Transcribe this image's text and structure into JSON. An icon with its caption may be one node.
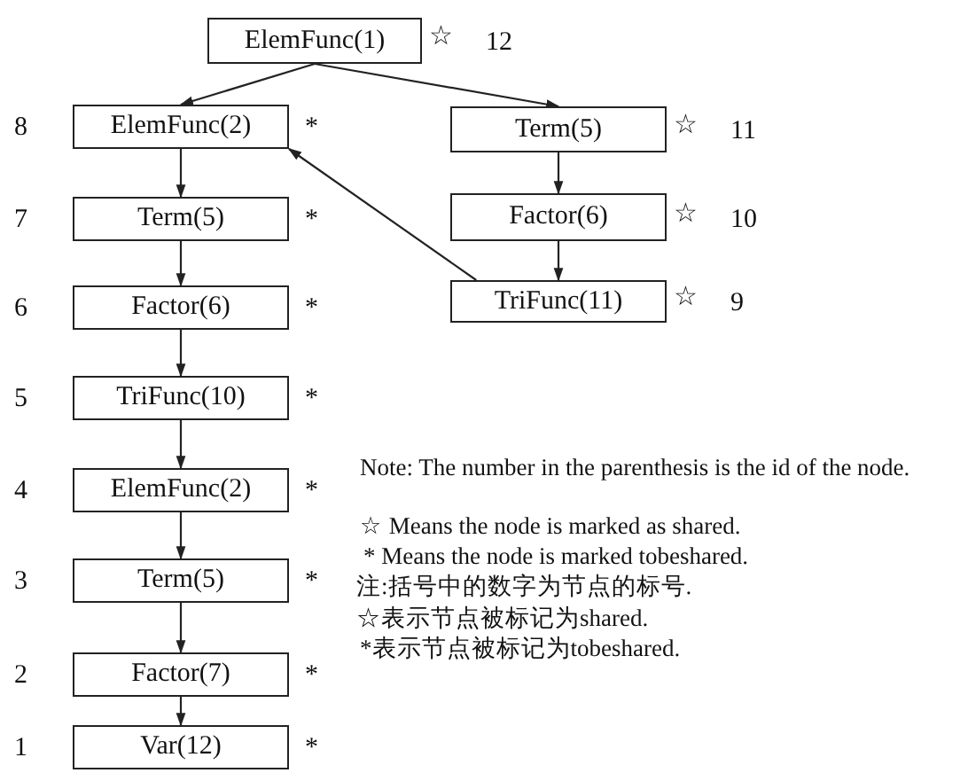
{
  "diagram": {
    "nodes": [
      {
        "text": [
          "ElemFunc(1)"
        ],
        "beside": [
          "☆",
          "12"
        ]
      },
      {
        "text": [
          "ElemFunc(2)"
        ],
        "beside": [
          "8",
          "*"
        ]
      },
      {
        "text": [
          "Term(5)"
        ],
        "beside": [
          "7",
          "*"
        ]
      },
      {
        "text": [
          "Factor(6)"
        ],
        "beside": [
          "6",
          "*"
        ]
      },
      {
        "text": [
          "TriFunc(10)"
        ],
        "beside": [
          "5",
          "*"
        ]
      },
      {
        "text": [
          "ElemFunc(2)"
        ],
        "beside": [
          "4",
          "*"
        ]
      },
      {
        "text": [
          "Term(5)"
        ],
        "beside": [
          "3",
          "*"
        ]
      },
      {
        "text": [
          "Factor(7)"
        ],
        "beside": [
          "2",
          "*"
        ]
      },
      {
        "text": [
          "Var(12)"
        ],
        "beside": [
          "1",
          "*"
        ]
      },
      {
        "text": [
          "Term(5)"
        ],
        "beside": [
          "☆",
          "11"
        ]
      },
      {
        "text": [
          "Factor(6)"
        ],
        "beside": [
          "☆",
          "10"
        ]
      },
      {
        "text": [
          "TriFunc(11)"
        ],
        "beside": [
          "☆",
          "9"
        ]
      }
    ],
    "edges": [
      {
        "from": 0,
        "to": 1,
        "arrow": "to"
      },
      {
        "from": 0,
        "to": 9,
        "arrow": "to"
      },
      {
        "from": 1,
        "to": 2,
        "arrow": "to"
      },
      {
        "from": 2,
        "to": 3,
        "arrow": "to"
      },
      {
        "from": 3,
        "to": 4,
        "arrow": "to"
      },
      {
        "from": 4,
        "to": 5,
        "arrow": "to"
      },
      {
        "from": 5,
        "to": 6,
        "arrow": "to"
      },
      {
        "from": 6,
        "to": 7,
        "arrow": "to"
      },
      {
        "from": 7,
        "to": 8,
        "arrow": "to"
      },
      {
        "from": 9,
        "to": 10,
        "arrow": "to"
      },
      {
        "from": 10,
        "to": 11,
        "arrow": "to"
      },
      {
        "from": 11,
        "to": 1,
        "arrow": "to"
      }
    ],
    "labels": [
      "Note: The number in the parenthesis is the id of the node.",
      "☆ Means the node is marked as shared.",
      "* Means the node is marked tobeshared.",
      "注:括号中的数字为节点的标号.",
      "☆表示节点被标记为shared.",
      "*表示节点被标记为tobeshared."
    ]
  }
}
